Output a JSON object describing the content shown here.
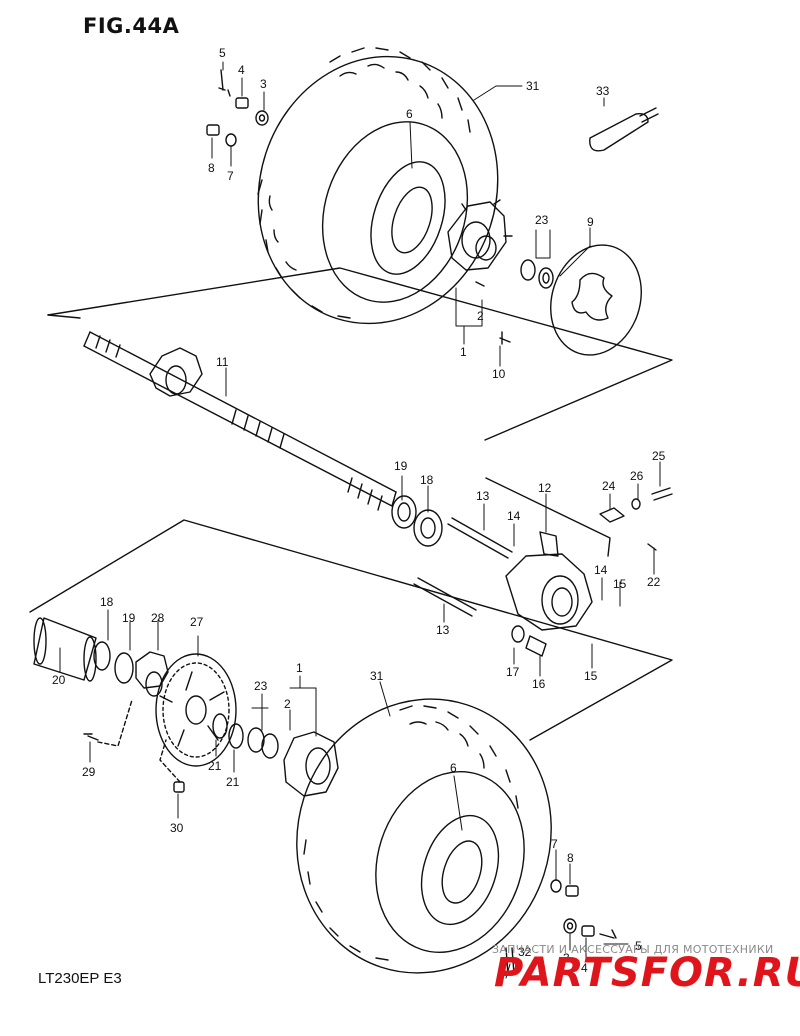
{
  "figure": {
    "title": "FIG.44A",
    "model": "LT230EP  E3"
  },
  "watermark": {
    "line": "ЗАПЧАСТИ И АКСЕССУАРЫ ДЛЯ МОТОТЕХНИКИ",
    "logo": "PARTSFOR.RU"
  },
  "callouts": [
    "5",
    "4",
    "3",
    "8",
    "7",
    "31",
    "6",
    "33",
    "23",
    "9",
    "2",
    "1",
    "10",
    "11",
    "19",
    "18",
    "25",
    "26",
    "24",
    "13",
    "12",
    "14",
    "22",
    "14",
    "15",
    "13",
    "17",
    "16",
    "15",
    "18",
    "19",
    "28",
    "27",
    "20",
    "1",
    "2",
    "31",
    "23",
    "29",
    "21",
    "21",
    "30",
    "6",
    "7",
    "8",
    "3",
    "4",
    "5",
    "32"
  ],
  "colors": {
    "line": "#111111",
    "watermark_red": "#e0151b",
    "watermark_gray": "#8a8a8a"
  }
}
